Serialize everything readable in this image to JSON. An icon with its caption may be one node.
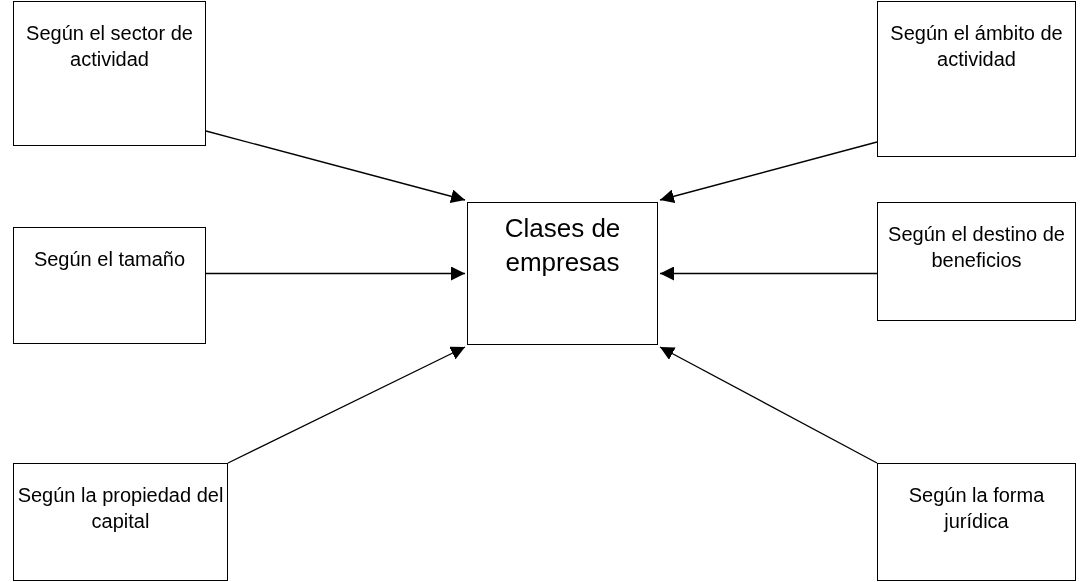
{
  "diagram": {
    "nodes": [
      {
        "text": [
          "Según el sector de actividad"
        ]
      },
      {
        "text": [
          "Según el ámbito de actividad"
        ]
      },
      {
        "text": [
          "Según el tamaño"
        ]
      },
      {
        "text": [
          "Clases de empresas"
        ]
      },
      {
        "text": [
          "Según el destino de beneficios"
        ]
      },
      {
        "text": [
          "Según la propiedad del capital"
        ]
      },
      {
        "text": [
          "Según la forma jurídica"
        ]
      }
    ],
    "edges": [
      {
        "from": 0,
        "to": 3,
        "arrow": "to"
      },
      {
        "from": 1,
        "to": 3,
        "arrow": "to"
      },
      {
        "from": 2,
        "to": 3,
        "arrow": "to"
      },
      {
        "from": 4,
        "to": 3,
        "arrow": "to"
      },
      {
        "from": 5,
        "to": 3,
        "arrow": "to"
      },
      {
        "from": 6,
        "to": 3,
        "arrow": "to"
      }
    ]
  }
}
